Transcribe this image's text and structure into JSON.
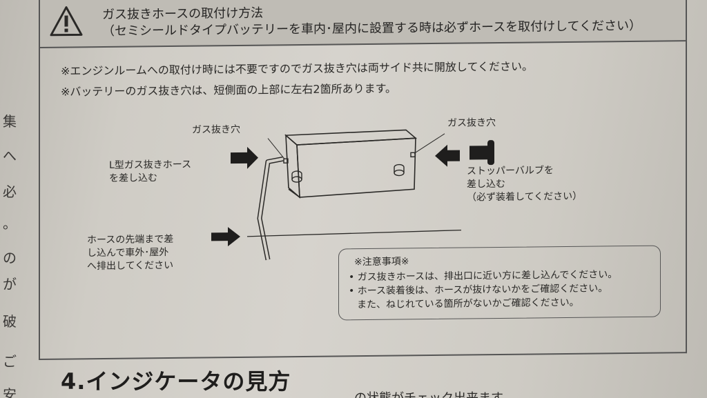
{
  "margin_chars": [
    "集",
    "へ",
    "必",
    "。",
    "の",
    "が",
    "破",
    "ご",
    "安"
  ],
  "header": {
    "title": "ガス抜きホースの取付け方法",
    "subtitle": "（セミシールドタイプバッテリーを車内･屋内に設置する時は必ずホースを取付けしてください）"
  },
  "notes": [
    "※エンジンルームへの取付け時には不要ですのでガス抜き穴は両サイド共に開放してください。",
    "※バッテリーのガス抜き穴は、短側面の上部に左右2箇所あります。"
  ],
  "diagram": {
    "vent_left": "ガス抜き穴",
    "vent_right": "ガス抜き穴",
    "hose_label": [
      "L型ガス抜きホース",
      "を差し込む"
    ],
    "outlet_label": [
      "ホースの先端まで差",
      "し込んで車外･屋外",
      "へ排出してください"
    ],
    "stopper_label": [
      "ストッパーバルブを",
      "差し込む",
      "（必ず装着してください）"
    ]
  },
  "caution": {
    "title": "※注意事項※",
    "lines": [
      "• ガス抜きホースは、排出口に近い方に差し込んでください。",
      "• ホース装着後は、ホースが抜けないかをご確認ください。",
      "  また、ねじれている箇所がないかご確認ください。"
    ]
  },
  "section_heading": "4.インジケータの見方",
  "bottom_text": "…の状態がチェック出来ます。"
}
